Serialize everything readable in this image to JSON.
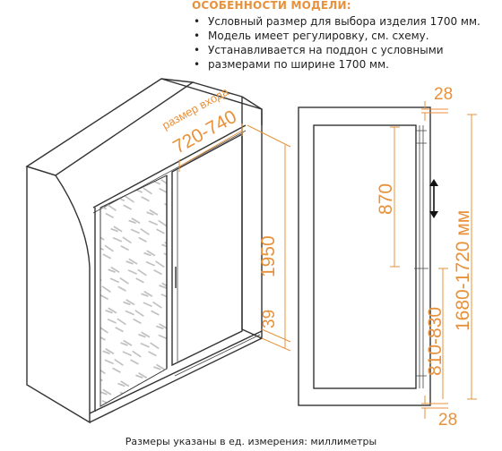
{
  "header": {
    "title": "ОСОБЕННОСТИ МОДЕЛИ:",
    "features": [
      "Условный размер для выбора изделия 1700 мм.",
      "Модель имеет регулировку, см. схему.",
      "Устанавливается на поддон с условными",
      "размерами по ширине 1700 мм."
    ]
  },
  "left_view": {
    "entry_label": "размер входа",
    "entry_range": "720-740",
    "height": "1950",
    "bottom_height": "39"
  },
  "right_view": {
    "top_gap": "28",
    "bottom_gap": "28",
    "upper_adjust": "870",
    "lower_adjust": "810-830",
    "total_range": "1680-1720 мм"
  },
  "footer": {
    "note": "Размеры указаны в ед. измерения: миллиметры"
  },
  "colors": {
    "accent": "#e8913b",
    "line": "#333333"
  }
}
